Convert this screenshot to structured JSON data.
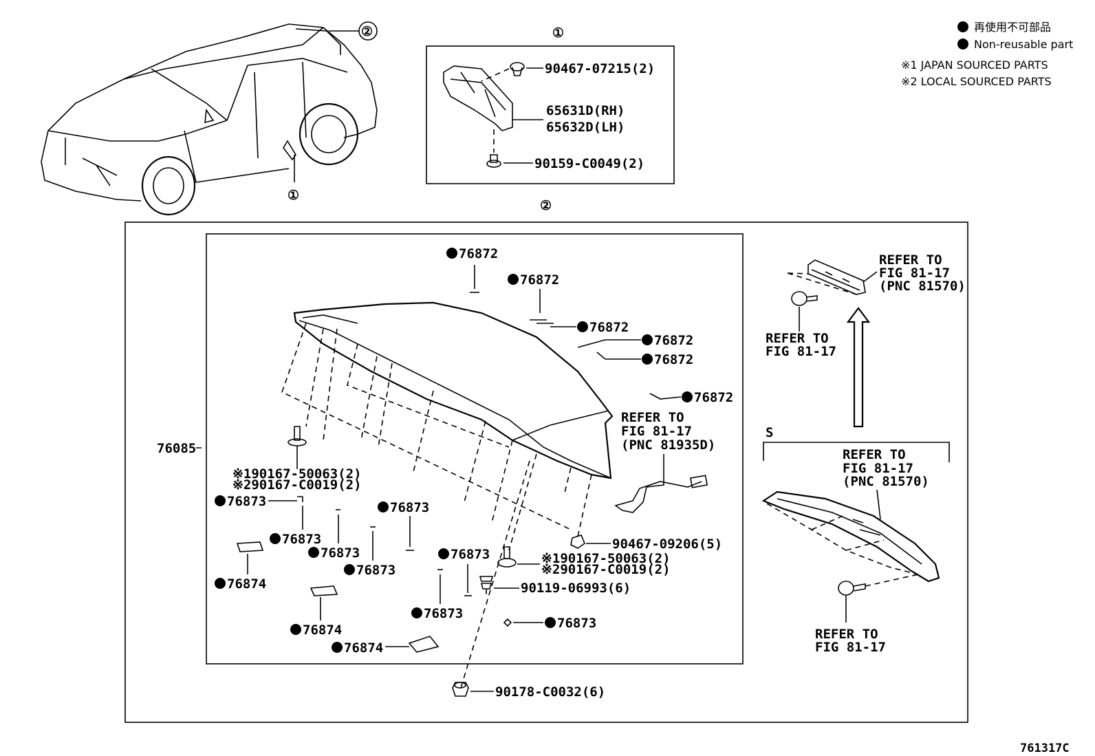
{
  "legend": {
    "non_reusable_ja": "再使用不可部品",
    "non_reusable_en": "Non-reusable part",
    "note1": "※1 JAPAN SOURCED PARTS",
    "note2": "※2 LOCAL SOURCED PARTS"
  },
  "callouts": {
    "one": "①",
    "two": "②",
    "s_mark": "S"
  },
  "bracket_box": {
    "clip_upper": "90467-07215(2)",
    "bracket_rh": "65631D(RH)",
    "bracket_lh": "65632D(LH)",
    "screw_lower": "90159-C0049(2)"
  },
  "spoiler": {
    "assembly": "76085",
    "tape_76872": "76872",
    "tape_76873": "76873",
    "tape_76874": "76874",
    "bolt_1": "※190167-50063(2)",
    "bolt_2": "※290167-C0019(2)",
    "clip": "90467-09206(5)",
    "grommet": "90119-06993(6)",
    "nut": "90178-C0032(6)",
    "refer_to": "REFER TO",
    "fig_81_17": "FIG 81-17",
    "pnc_81935d": "(PNC 81935D)",
    "pnc_81570": "(PNC 81570)"
  },
  "figure_code": "761317C"
}
